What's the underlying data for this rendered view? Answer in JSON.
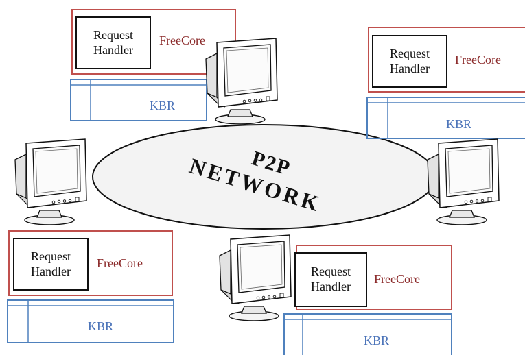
{
  "network": {
    "line1": "P2P",
    "line2": "NETWORK"
  },
  "nodes": [
    {
      "id": "top-left",
      "request_handler": "Request Handler",
      "freecore": "FreeCore",
      "kbr": "KBR"
    },
    {
      "id": "top-right",
      "request_handler": "Request Handler",
      "freecore": "FreeCore",
      "kbr": "KBR"
    },
    {
      "id": "bottom-left",
      "request_handler": "Request Handler",
      "freecore": "FreeCore",
      "kbr": "KBR"
    },
    {
      "id": "bottom-right",
      "request_handler": "Request Handler",
      "freecore": "FreeCore",
      "kbr": "KBR"
    }
  ],
  "colors": {
    "freecore_border": "#c0504d",
    "kbr_border": "#4f81bd",
    "freecore_text": "#8b2a2a",
    "kbr_text": "#4a72b8"
  },
  "icons": [
    "crt-monitor-icon"
  ]
}
